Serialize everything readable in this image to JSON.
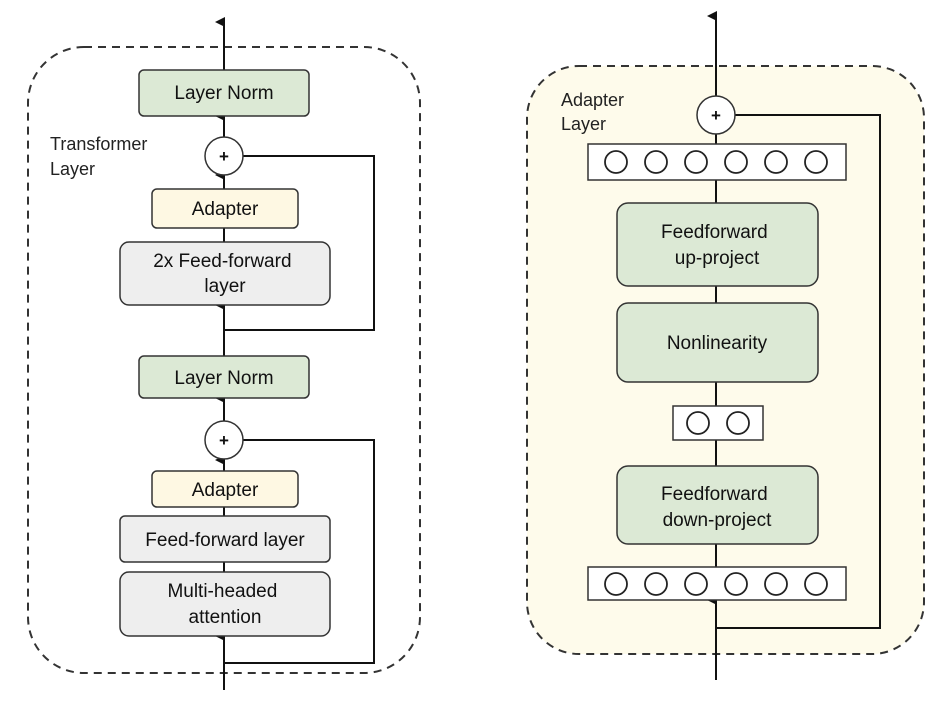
{
  "colors": {
    "layer_norm_fill": "#dce9d5",
    "adapter_fill": "#fef8e3",
    "feedforward_fill": "#eeeeee",
    "adapter_panel_fill": "#fefbeb",
    "adapter_block_fill": "#dce9d5",
    "stroke": "#333333"
  },
  "transformer": {
    "label_line1": "Transformer",
    "label_line2": "Layer",
    "top_layer_norm": "Layer Norm",
    "upper_adapter": "Adapter",
    "ffn2x_line1": "2x Feed-forward",
    "ffn2x_line2": "layer",
    "mid_layer_norm": "Layer Norm",
    "lower_adapter": "Adapter",
    "ffn": "Feed-forward layer",
    "mha_line1": "Multi-headed",
    "mha_line2": "attention",
    "plus_upper": "+",
    "plus_lower": "+"
  },
  "adapter_layer": {
    "label_line1": "Adapter",
    "label_line2": "Layer",
    "plus": "+",
    "up_line1": "Feedforward",
    "up_line2": "up-project",
    "nonlinearity": "Nonlinearity",
    "down_line1": "Feedforward",
    "down_line2": "down-project",
    "wide_neuron_count": 6,
    "narrow_neuron_count": 2
  }
}
